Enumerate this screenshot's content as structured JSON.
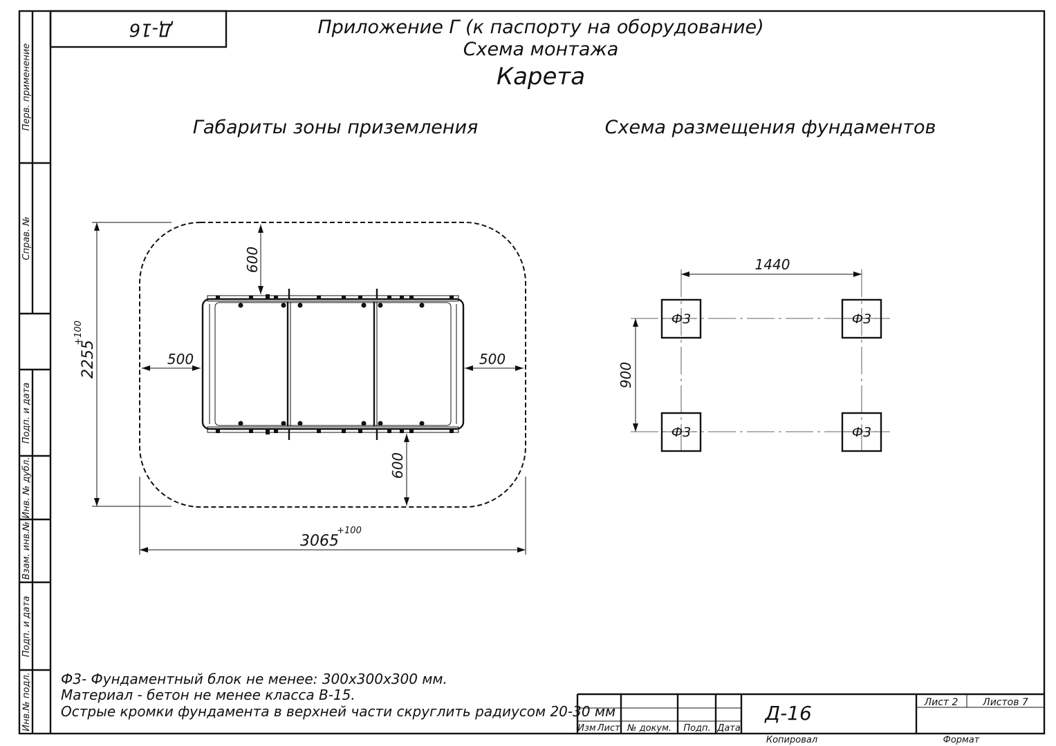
{
  "doc_code_top": "Д-16",
  "title_line1": "Приложение Г (к паспорту на оборудование)",
  "title_line2": "Схема монтажа",
  "title_line3": "Карета",
  "left_section_title": "Габариты зоны приземления",
  "right_section_title": "Схема размещения фундаментов",
  "side_stamps": [
    "Перв. применение",
    "Справ. №",
    "Подп. и дата",
    "Инв. № дубл.",
    "Взам. инв.№",
    "Подп. и дата",
    "Инв.№ подл."
  ],
  "left_drawing": {
    "dim_top": "600",
    "dim_bottom": "600",
    "dim_left": "500",
    "dim_right": "500",
    "dim_height": "2255",
    "dim_height_tol": "+100",
    "dim_width": "3065",
    "dim_width_tol": "+100"
  },
  "right_drawing": {
    "dim_width": "1440",
    "dim_height": "900",
    "footing_label": "Ф3"
  },
  "notes": [
    "Ф3- Фундаментный блок не менее: 300х300х300 мм.",
    "Материал - бетон не менее класса В-15.",
    "Острые кромки фундамента в верхней части скруглить радиусом 20-30 мм"
  ],
  "title_block": {
    "designation": "Д-16",
    "col_izm": "Изм",
    "col_list": "Лист",
    "col_doc": "№ докум.",
    "col_podp": "Подп.",
    "col_data": "Дата",
    "sheet": "Лист 2",
    "sheets": "Листов 7",
    "copied": "Копировал",
    "format": "Формат"
  }
}
